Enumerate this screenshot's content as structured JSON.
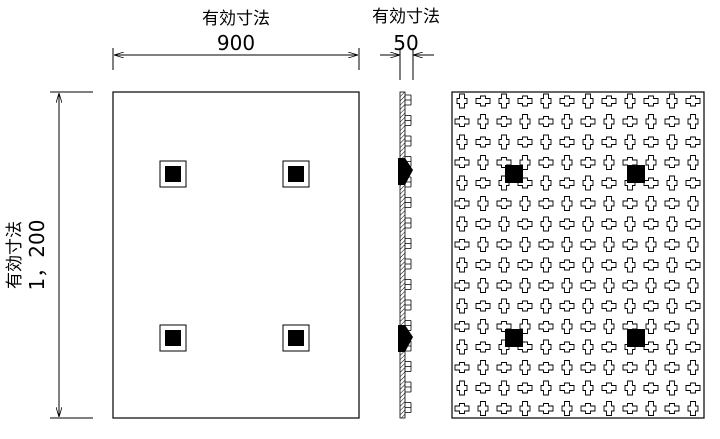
{
  "width_dimension": {
    "label": "有効寸法",
    "value": "900"
  },
  "thickness_dimension": {
    "label": "有効寸法",
    "value": "50"
  },
  "height_dimension": {
    "label": "有効寸法",
    "value": "1，200"
  },
  "colors": {
    "line": "#000000",
    "background": "#ffffff"
  }
}
